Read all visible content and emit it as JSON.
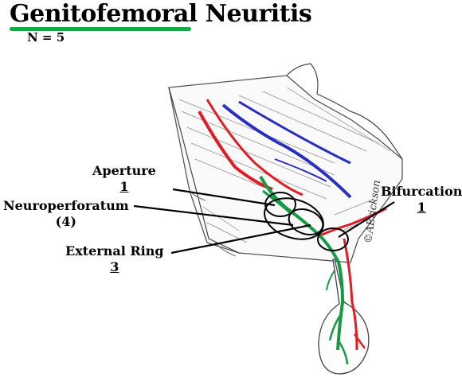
{
  "header": {
    "title_word1": "Genitofemoral",
    "title_word2": "Neuritis",
    "count": "N = 5"
  },
  "labels": {
    "aperture": {
      "name": "Aperture",
      "value": "1"
    },
    "neuroperforatum": {
      "name": "Neuroperforatum",
      "value": "(4)"
    },
    "external_ring": {
      "name": "External Ring",
      "value": "3"
    },
    "bifurcation": {
      "name": "Bifurcation",
      "value": "1"
    }
  },
  "signature": "©AErickson",
  "colors": {
    "title_underline": "#15a845",
    "artery": "#e01c24",
    "vein": "#2a2fbf",
    "nerve": "#159a43"
  }
}
